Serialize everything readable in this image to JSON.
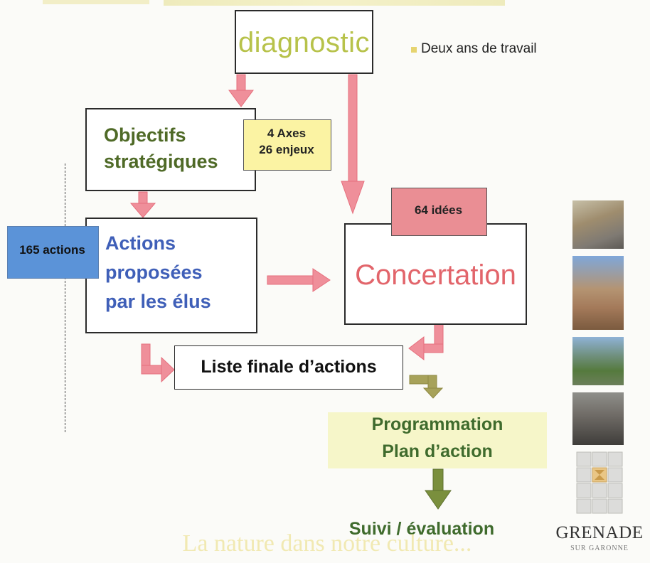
{
  "header": {
    "note": "Deux ans de travail"
  },
  "nodes": {
    "diagnostic": "diagnostic",
    "objectifs": [
      "Objectifs",
      "stratégiques"
    ],
    "axes": [
      "4 Axes",
      "26 enjeux"
    ],
    "actions": [
      "Actions",
      "proposées",
      "par les élus"
    ],
    "actions_count": "165 actions",
    "concertation": "Concertation",
    "idees": "64 idées",
    "liste": "Liste finale d’actions",
    "programmation": [
      "Programmation",
      "Plan d’action"
    ],
    "suivi": "Suivi / évaluation"
  },
  "footer": {
    "slogan": "La nature dans notre culture..."
  },
  "logo": {
    "title": "GRENADE",
    "subtitle": "SUR GARONNE"
  },
  "colors": {
    "arrow_pink": "#ef8f9a",
    "arrow_green": "#7a8f3d",
    "diagnostic_text": "#b7c24a",
    "objectifs_text": "#4f6a27",
    "actions_text": "#3f5fb8",
    "concertation_text": "#e2656b",
    "axes_bg": "#fbf3a3",
    "idees_bg": "#ea8e94",
    "actions_count_bg": "#5b93d8",
    "programmation_bg": "#f6f6c9"
  }
}
